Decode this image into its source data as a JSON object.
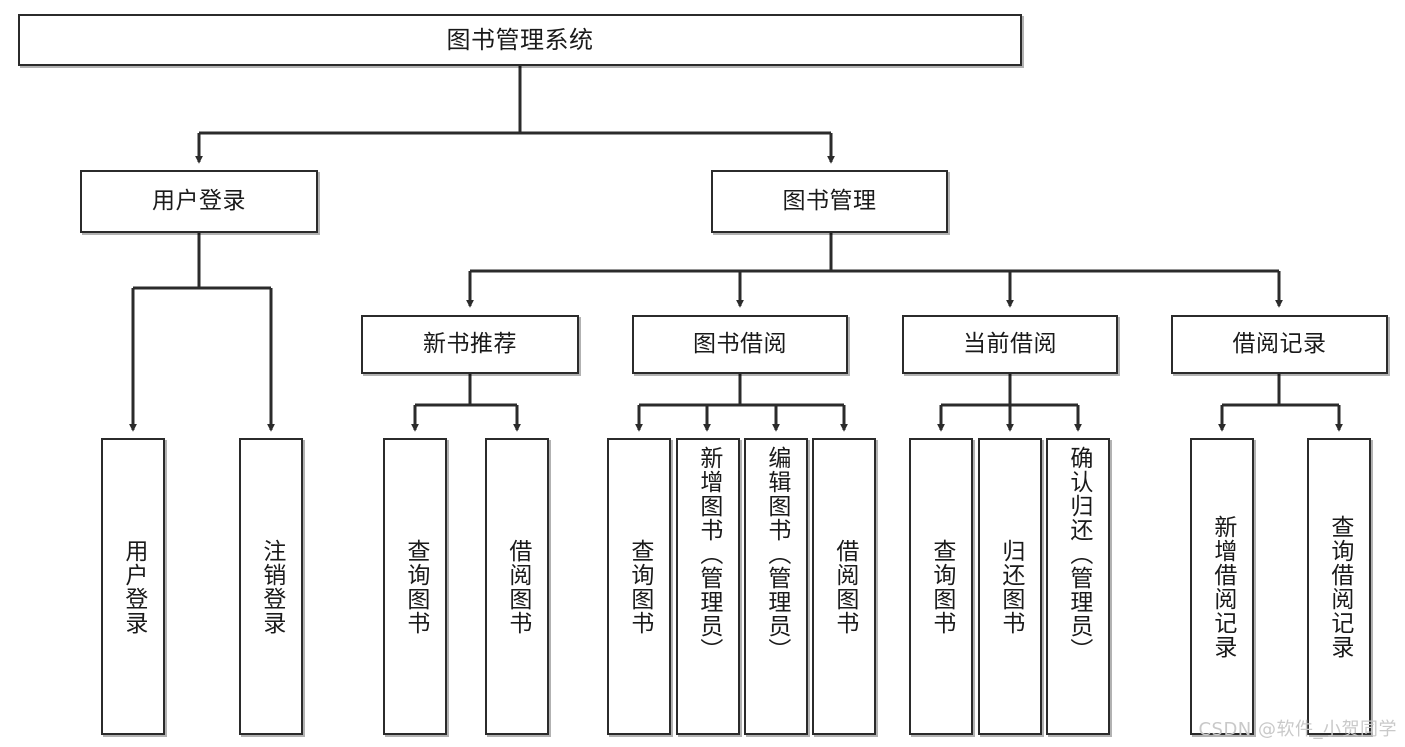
{
  "diagram": {
    "title": "图书管理系统",
    "watermark": "CSDN @软件_小贺同学",
    "root": {
      "label": "图书管理系统"
    },
    "level1": [
      {
        "label": "用户登录"
      },
      {
        "label": "图书管理"
      }
    ],
    "level2": [
      {
        "label": "新书推荐"
      },
      {
        "label": "图书借阅"
      },
      {
        "label": "当前借阅"
      },
      {
        "label": "借阅记录"
      }
    ],
    "leaves": {
      "user_login": [
        {
          "label": "用户登录"
        },
        {
          "label": "注销登录"
        }
      ],
      "new_book_recommend": [
        {
          "label": "查询图书"
        },
        {
          "label": "借阅图书"
        }
      ],
      "book_borrow": [
        {
          "label": "查询图书"
        },
        {
          "label": "新增图书（管理员）"
        },
        {
          "label": "编辑图书（管理员）"
        },
        {
          "label": "借阅图书"
        }
      ],
      "current_borrow": [
        {
          "label": "查询图书"
        },
        {
          "label": "归还图书"
        },
        {
          "label": "确认归还（管理员）"
        }
      ],
      "borrow_record": [
        {
          "label": "新增借阅记录"
        },
        {
          "label": "查询借阅记录"
        }
      ]
    },
    "colors": {
      "stroke": "#2b2b2b",
      "fill": "#ffffff",
      "text": "#1a1a1a",
      "watermark": "#c9c9c9"
    }
  }
}
